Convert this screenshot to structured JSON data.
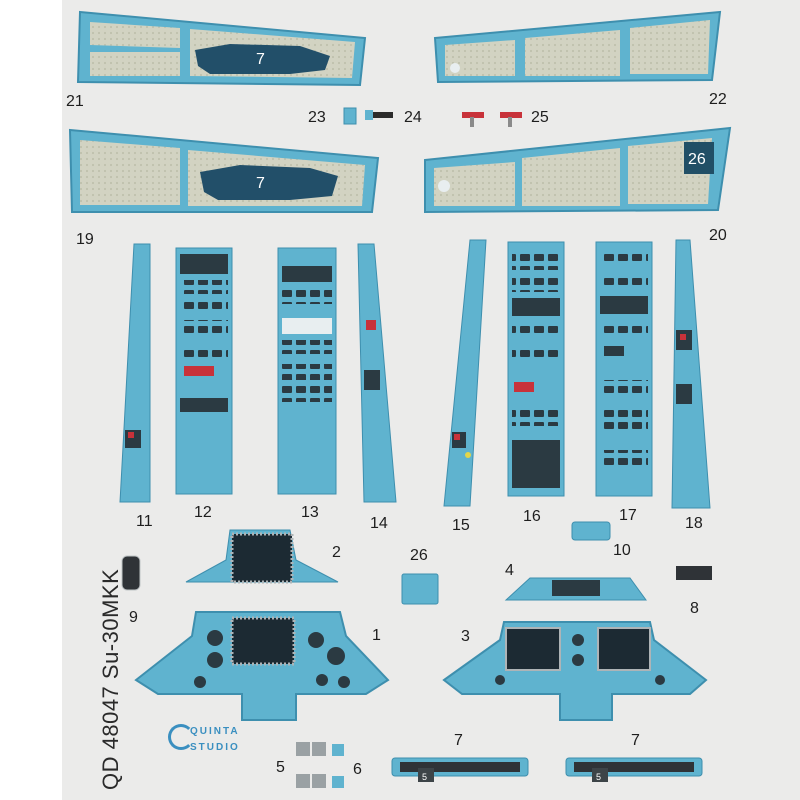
{
  "product_code": "QD 48047 Su-30MKK",
  "brand": {
    "line1": "QUINTA",
    "line2": "STUDIO"
  },
  "part_numbers": {
    "p1": "1",
    "p2": "2",
    "p3": "3",
    "p4": "4",
    "p5": "5",
    "p6": "6",
    "p7": "7",
    "p8": "8",
    "p9": "9",
    "p10": "10",
    "p11": "11",
    "p12": "12",
    "p13": "13",
    "p14": "14",
    "p15": "15",
    "p16": "16",
    "p17": "17",
    "p18": "18",
    "p19": "19",
    "p20": "20",
    "p21": "21",
    "p22": "22",
    "p23": "23",
    "p24": "24",
    "p25": "25",
    "p26": "26"
  },
  "part_marks": {
    "panel_7_top": "7",
    "panel_7_mid": "7",
    "panel_26_badge": "26",
    "mount_5_left": "5",
    "mount_5_right": "5"
  },
  "colors": {
    "panel_blue": "#5fb3cf",
    "panel_edge": "#3e8fae",
    "quilt": "#cfd1bf",
    "dark_screen": "#1c2a33",
    "badge": "#214f66",
    "red_knob": "#c8323a"
  }
}
